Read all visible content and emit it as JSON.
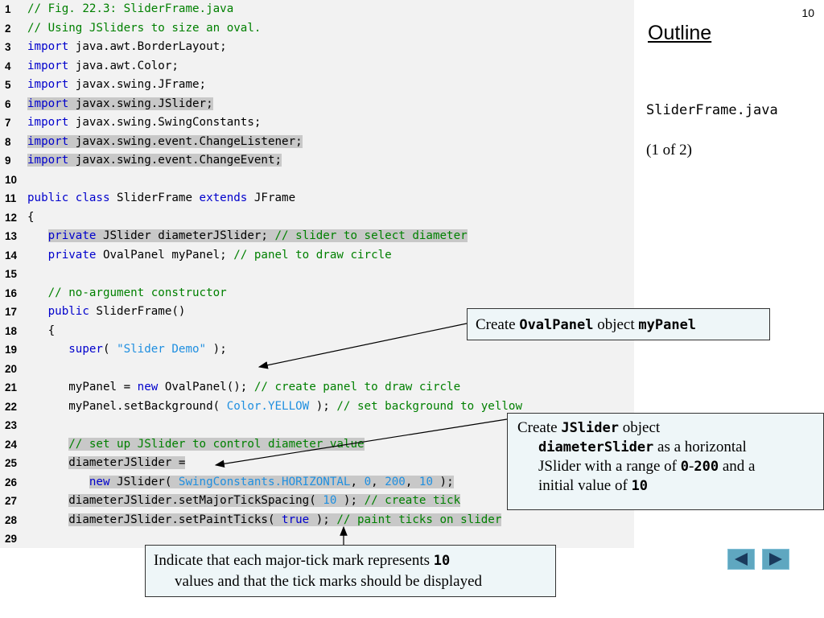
{
  "slide": {
    "number": "10"
  },
  "sidebar": {
    "outline_label": "Outline",
    "file_name": "SliderFrame.java",
    "page_indicator": "(1 of 2)"
  },
  "code_lines": [
    {
      "n": "1",
      "tokens": [
        {
          "t": "// Fig. 22.3: SliderFrame.java",
          "c": "cm"
        }
      ]
    },
    {
      "n": "2",
      "tokens": [
        {
          "t": "// Using JSliders to size an oval.",
          "c": "cm"
        }
      ]
    },
    {
      "n": "3",
      "tokens": [
        {
          "t": "import",
          "c": "kw"
        },
        {
          "t": " java.awt.BorderLayout;",
          "c": ""
        }
      ]
    },
    {
      "n": "4",
      "tokens": [
        {
          "t": "import",
          "c": "kw"
        },
        {
          "t": " java.awt.Color;",
          "c": ""
        }
      ]
    },
    {
      "n": "5",
      "tokens": [
        {
          "t": "import",
          "c": "kw"
        },
        {
          "t": " javax.swing.JFrame;",
          "c": ""
        }
      ]
    },
    {
      "n": "6",
      "hl": true,
      "tokens": [
        {
          "t": "import",
          "c": "kw"
        },
        {
          "t": " javax.swing.JSlider;",
          "c": ""
        }
      ]
    },
    {
      "n": "7",
      "tokens": [
        {
          "t": "import",
          "c": "kw"
        },
        {
          "t": " javax.swing.SwingConstants;",
          "c": ""
        }
      ]
    },
    {
      "n": "8",
      "hl": true,
      "tokens": [
        {
          "t": "import",
          "c": "kw"
        },
        {
          "t": " javax.swing.event.ChangeListener;",
          "c": ""
        }
      ]
    },
    {
      "n": "9",
      "hl": true,
      "tokens": [
        {
          "t": "import",
          "c": "kw"
        },
        {
          "t": " javax.swing.event.ChangeEvent;",
          "c": ""
        }
      ]
    },
    {
      "n": "10",
      "tokens": []
    },
    {
      "n": "11",
      "tokens": [
        {
          "t": "public class",
          "c": "kw"
        },
        {
          "t": " SliderFrame ",
          "c": ""
        },
        {
          "t": "extends",
          "c": "kw"
        },
        {
          "t": " JFrame",
          "c": ""
        }
      ]
    },
    {
      "n": "12",
      "tokens": [
        {
          "t": "{",
          "c": ""
        }
      ]
    },
    {
      "n": "13",
      "tokens": [
        {
          "t": "   ",
          "c": ""
        },
        {
          "t": "private",
          "c": "kw",
          "hl": true
        },
        {
          "t": " JSlider diameterJSlider; ",
          "c": "",
          "hl": true
        },
        {
          "t": "// slider to select diameter",
          "c": "cm",
          "hl": true
        }
      ]
    },
    {
      "n": "14",
      "tokens": [
        {
          "t": "   ",
          "c": ""
        },
        {
          "t": "private",
          "c": "kw"
        },
        {
          "t": " OvalPanel myPanel; ",
          "c": ""
        },
        {
          "t": "// panel to draw circle",
          "c": "cm"
        }
      ]
    },
    {
      "n": "15",
      "tokens": []
    },
    {
      "n": "16",
      "tokens": [
        {
          "t": "   ",
          "c": ""
        },
        {
          "t": "// no-argument constructor",
          "c": "cm"
        }
      ]
    },
    {
      "n": "17",
      "tokens": [
        {
          "t": "   ",
          "c": ""
        },
        {
          "t": "public",
          "c": "kw"
        },
        {
          "t": " SliderFrame()",
          "c": ""
        }
      ]
    },
    {
      "n": "18",
      "tokens": [
        {
          "t": "   {",
          "c": ""
        }
      ]
    },
    {
      "n": "19",
      "tokens": [
        {
          "t": "      ",
          "c": ""
        },
        {
          "t": "super",
          "c": "kw"
        },
        {
          "t": "( ",
          "c": ""
        },
        {
          "t": "\"Slider Demo\"",
          "c": "lit"
        },
        {
          "t": " );",
          "c": ""
        }
      ]
    },
    {
      "n": "20",
      "tokens": []
    },
    {
      "n": "21",
      "tokens": [
        {
          "t": "      myPanel = ",
          "c": ""
        },
        {
          "t": "new",
          "c": "kw"
        },
        {
          "t": " OvalPanel(); ",
          "c": ""
        },
        {
          "t": "// create panel to draw circle",
          "c": "cm"
        }
      ]
    },
    {
      "n": "22",
      "tokens": [
        {
          "t": "      myPanel.setBackground( ",
          "c": ""
        },
        {
          "t": "Color.YELLOW",
          "c": "lit"
        },
        {
          "t": " ); ",
          "c": ""
        },
        {
          "t": "// set background to yellow",
          "c": "cm"
        }
      ]
    },
    {
      "n": "23",
      "tokens": []
    },
    {
      "n": "24",
      "tokens": [
        {
          "t": "      ",
          "c": ""
        },
        {
          "t": "// set up JSlider to control diameter value",
          "c": "cm",
          "hl": true
        }
      ]
    },
    {
      "n": "25",
      "tokens": [
        {
          "t": "      ",
          "c": ""
        },
        {
          "t": "diameterJSlider =",
          "c": "",
          "hl": true
        }
      ]
    },
    {
      "n": "26",
      "tokens": [
        {
          "t": "         ",
          "c": ""
        },
        {
          "t": "new",
          "c": "kw",
          "hl": true
        },
        {
          "t": " JSlider( ",
          "c": "",
          "hl": true
        },
        {
          "t": "SwingConstants.HORIZONTAL",
          "c": "lit",
          "hl": true
        },
        {
          "t": ", ",
          "c": "",
          "hl": true
        },
        {
          "t": "0",
          "c": "lit",
          "hl": true
        },
        {
          "t": ", ",
          "c": "",
          "hl": true
        },
        {
          "t": "200",
          "c": "lit",
          "hl": true
        },
        {
          "t": ", ",
          "c": "",
          "hl": true
        },
        {
          "t": "10",
          "c": "lit",
          "hl": true
        },
        {
          "t": " );",
          "c": "",
          "hl": true
        }
      ]
    },
    {
      "n": "27",
      "tokens": [
        {
          "t": "      ",
          "c": ""
        },
        {
          "t": "diameterJSlider.setMajorTickSpacing( ",
          "c": "",
          "hl": true
        },
        {
          "t": "10",
          "c": "lit",
          "hl": true
        },
        {
          "t": " ); ",
          "c": "",
          "hl": true
        },
        {
          "t": "// create tick",
          "c": "cm",
          "hl": true
        }
      ]
    },
    {
      "n": "28",
      "tokens": [
        {
          "t": "      ",
          "c": ""
        },
        {
          "t": "diameterJSlider.setPaintTicks( ",
          "c": "",
          "hl": true
        },
        {
          "t": "true",
          "c": "kw",
          "hl": true
        },
        {
          "t": " ); ",
          "c": "",
          "hl": true
        },
        {
          "t": "// paint ticks on slider",
          "c": "cm",
          "hl": true
        }
      ]
    },
    {
      "n": "29",
      "tokens": []
    }
  ],
  "callouts": {
    "c1": {
      "a": "Create ",
      "b": "OvalPanel",
      "c": " object ",
      "d": "myPanel"
    },
    "c2": {
      "a": "Create ",
      "b": "JSlider",
      "c": " object",
      "d": "diameterSlider",
      "e": " as a horizontal",
      "f": "JSlider with a range of ",
      "g": "0",
      "h": "-",
      "i": "200",
      "j": " and a",
      "k": "initial value of ",
      "l": "10"
    },
    "c3": {
      "a": "Indicate that each major-tick mark represents ",
      "b": "10",
      "c": "values and that the tick marks should be displayed"
    }
  },
  "nav": {
    "prev_icon": "triangle-left-icon",
    "next_icon": "triangle-right-icon",
    "color": "#5fa7c0"
  }
}
